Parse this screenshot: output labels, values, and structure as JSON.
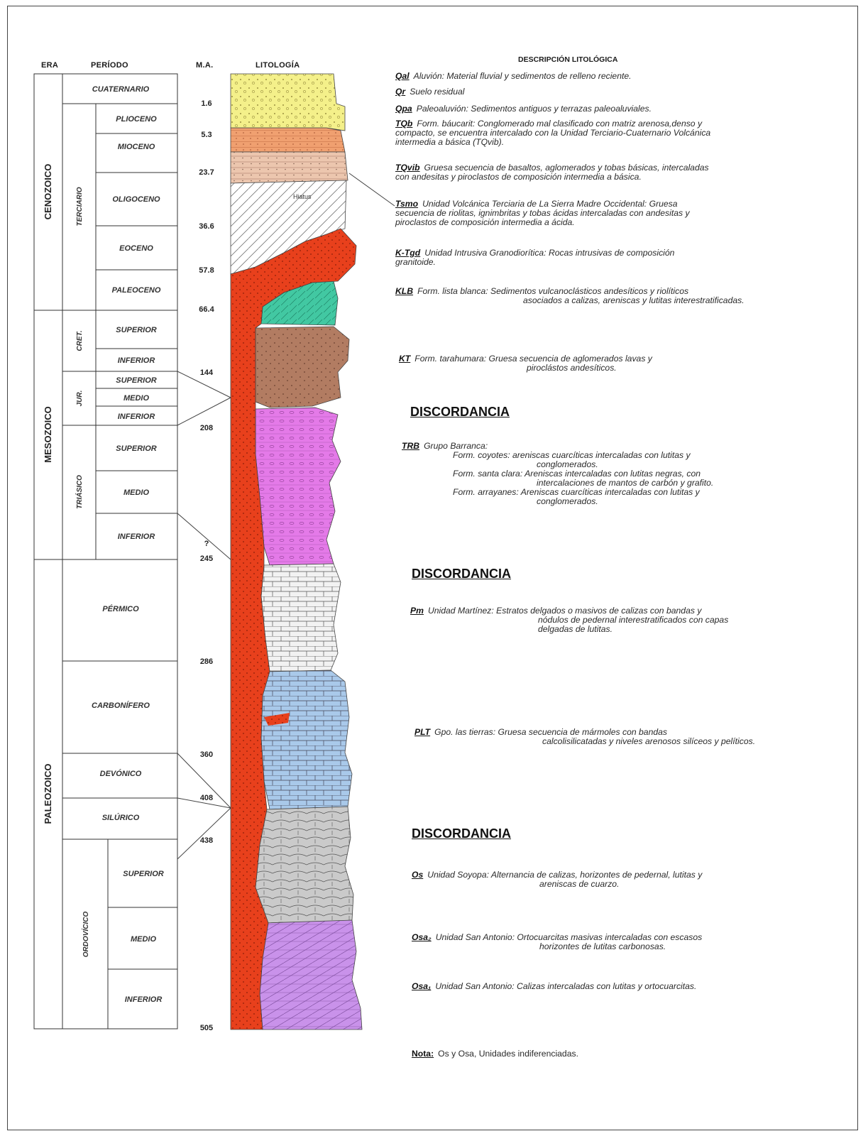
{
  "headers": {
    "era": "ERA",
    "periodo": "PERÍODO",
    "ma": "M.A.",
    "litologia": "LITOLOGÍA",
    "descripcion": "DESCRIPCIÓN LITOLÓGICA"
  },
  "eras": [
    "CENOZOICO",
    "MESOZOICO",
    "PALEOZOICO"
  ],
  "periods": [
    "TERCIARIO",
    "CRET.",
    "JUR.",
    "TRIÁSICO",
    "ORDOVÍCICO"
  ],
  "epochs": [
    "CUATERNARIO",
    "PLIOCENO",
    "MIOCENO",
    "OLIGOCENO",
    "EOCENO",
    "PALEOCENO",
    "SUPERIOR",
    "INFERIOR",
    "SUPERIOR",
    "MEDIO",
    "INFERIOR",
    "SUPERIOR",
    "MEDIO",
    "INFERIOR",
    "PÉRMICO",
    "CARBONÍFERO",
    "DEVÓNICO",
    "SILÚRICO",
    "SUPERIOR",
    "MEDIO",
    "INFERIOR"
  ],
  "ma_values": [
    "1.6",
    "5.3",
    "23.7",
    "36.6",
    "57.8",
    "66.4",
    "144",
    "208",
    "?",
    "245",
    "286",
    "360",
    "408",
    "438",
    "505"
  ],
  "hiatus_label": "Hiatus",
  "descriptions": {
    "qal": {
      "code": "Qal",
      "text": "Aluvión: Material fluvial y sedimentos de relleno reciente."
    },
    "qr": {
      "code": "Qr",
      "text": "Suelo residual"
    },
    "qpa": {
      "code": "Qpa",
      "text": "Paleoaluvión: Sedimentos antiguos y terrazas paleoaluviales."
    },
    "tqb": {
      "code": "TQb",
      "text": "Form. báucarit: Conglomerado mal clasificado con matriz arenosa,denso y",
      "text2": "compacto, se encuentra intercalado con la Unidad Terciario-Cuaternario Volcánica",
      "text3": "intermedia a básica (TQvib)."
    },
    "tqvib": {
      "code": "TQvib",
      "text": "Gruesa secuencia de basaltos, aglomerados y tobas básicas, intercaladas",
      "text2": "con andesitas y piroclastos de composición intermedia a básica."
    },
    "tsmo": {
      "code": "Tsmo",
      "text": "Unidad Volcánica Terciaria de La Sierra Madre Occidental: Gruesa",
      "text2": "secuencia de riolitas, ignimbritas y tobas ácidas intercaladas con andesitas y",
      "text3": "piroclastos de composición intermedia a ácida."
    },
    "ktgd": {
      "code": "K-Tgd",
      "text": "Unidad Intrusiva Granodiorítica: Rocas intrusivas de composición",
      "text2": "granitoide."
    },
    "klb": {
      "code": "KLB",
      "text": "Form. lista blanca: Sedimentos vulcanoclásticos andesíticos y riolíticos",
      "text2": "asociados a calizas, areniscas y lutitas interestratificadas."
    },
    "kt": {
      "code": "KT",
      "text": "Form. tarahumara: Gruesa secuencia de aglomerados lavas y",
      "text2": "piroclástos andesíticos."
    },
    "trb": {
      "code": "TRB",
      "text": "Grupo Barranca:",
      "l1": "Form. coyotes: areniscas cuarcíticas intercaladas con lutitas y",
      "l1b": "conglomerados.",
      "l2": "Form. santa clara: Areniscas intercaladas con lutitas negras, con",
      "l2b": "intercalaciones de mantos de carbón y grafito.",
      "l3": "Form. arrayanes: Areniscas cuarcíticas intercaladas con lutitas y",
      "l3b": "conglomerados."
    },
    "pm": {
      "code": "Pm",
      "text": "Unidad Martínez: Estratos delgados o masivos de calizas con bandas y",
      "text2": "nódulos de pedernal interestratificados con capas",
      "text3": "delgadas de lutitas."
    },
    "plt": {
      "code": "PLT",
      "text": "Gpo. las tierras: Gruesa secuencia de mármoles con bandas",
      "text2": "calcolisilicatadas y niveles arenosos silíceos y pelíticos."
    },
    "os": {
      "code": "Os",
      "text": "Unidad Soyopa: Alternancia de calizas, horizontes de pedernal, lutitas y",
      "text2": "areniscas de cuarzo."
    },
    "osa2": {
      "code": "Osa₂",
      "text": "Unidad San Antonio: Ortocuarcitas masivas intercaladas con escasos",
      "text2": "horizontes de lutitas carbonosas."
    },
    "osa1": {
      "code": "Osa₁",
      "text": "Unidad San Antonio: Calizas intercaladas con lutitas y ortocuarcitas."
    }
  },
  "discordancias": [
    "DISCORDANCIA",
    "DISCORDANCIA",
    "DISCORDANCIA"
  ],
  "nota": {
    "label": "Nota:",
    "text": "Os y Osa, Unidades indiferenciadas."
  },
  "colors": {
    "intrusive": "#e8401c",
    "alluvium": "#f2ee80",
    "tqb": "#f0a070",
    "tqvib": "#e8c0a8",
    "klb": "#40c8a0",
    "kt": "#b07a60",
    "trb": "#e070e8",
    "limestone_white": "#f0f0f0",
    "limestone_blue": "#a8c8e8",
    "ordovician_gray": "#c8c8c8",
    "ordovician_purple": "#c890e8"
  }
}
